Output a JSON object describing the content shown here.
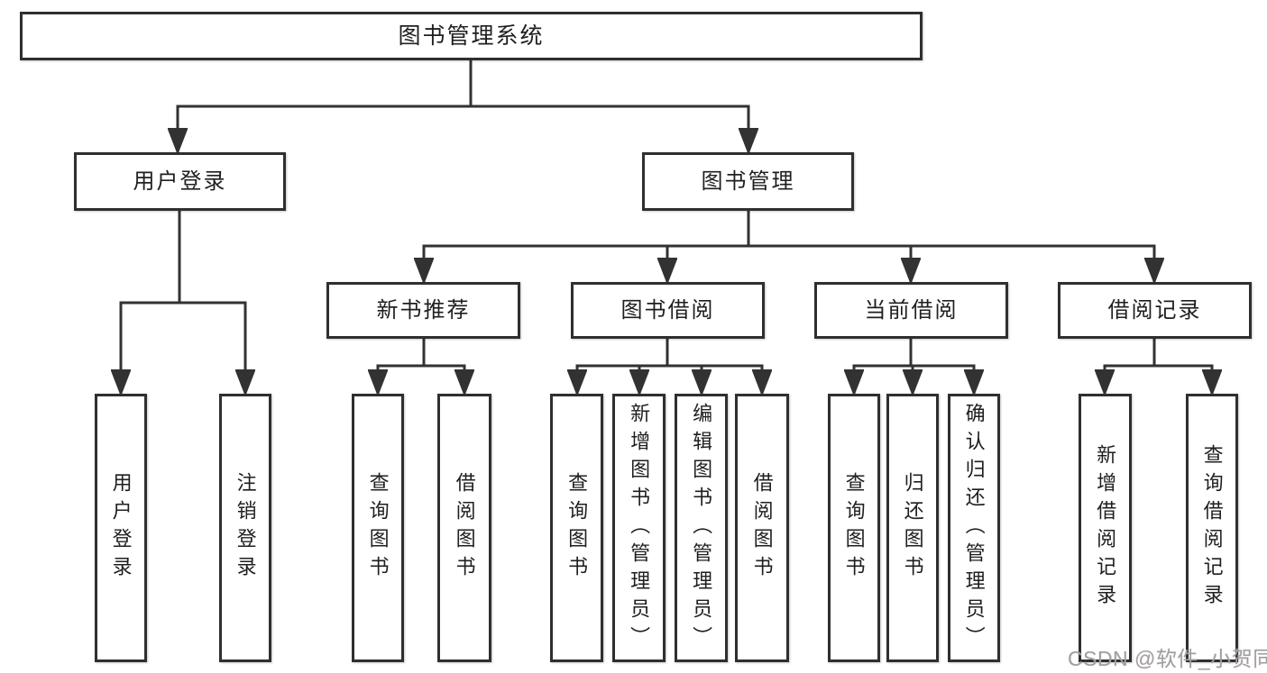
{
  "watermark": "CSDN @软件_小贺同学",
  "colors": {
    "line": "#323232",
    "box_border": "#2f2f2f",
    "text": "#1f1f1f",
    "watermark": "#a0a0a0",
    "background": "#ffffff"
  },
  "tree": {
    "root": {
      "label": "图书管理系统",
      "children": [
        {
          "label": "用户登录",
          "children": [
            {
              "label": "用户登录"
            },
            {
              "label": "注销登录"
            }
          ]
        },
        {
          "label": "图书管理",
          "children": [
            {
              "label": "新书推荐",
              "children": [
                {
                  "label": "查询图书"
                },
                {
                  "label": "借阅图书"
                }
              ]
            },
            {
              "label": "图书借阅",
              "children": [
                {
                  "label": "查询图书"
                },
                {
                  "label": "新增图书（管理员）"
                },
                {
                  "label": "编辑图书（管理员）"
                },
                {
                  "label": "借阅图书"
                }
              ]
            },
            {
              "label": "当前借阅",
              "children": [
                {
                  "label": "查询图书"
                },
                {
                  "label": "归还图书"
                },
                {
                  "label": "确认归还（管理员）"
                }
              ]
            },
            {
              "label": "借阅记录",
              "children": [
                {
                  "label": "新增借阅记录"
                },
                {
                  "label": "查询借阅记录"
                }
              ]
            }
          ]
        }
      ]
    }
  }
}
